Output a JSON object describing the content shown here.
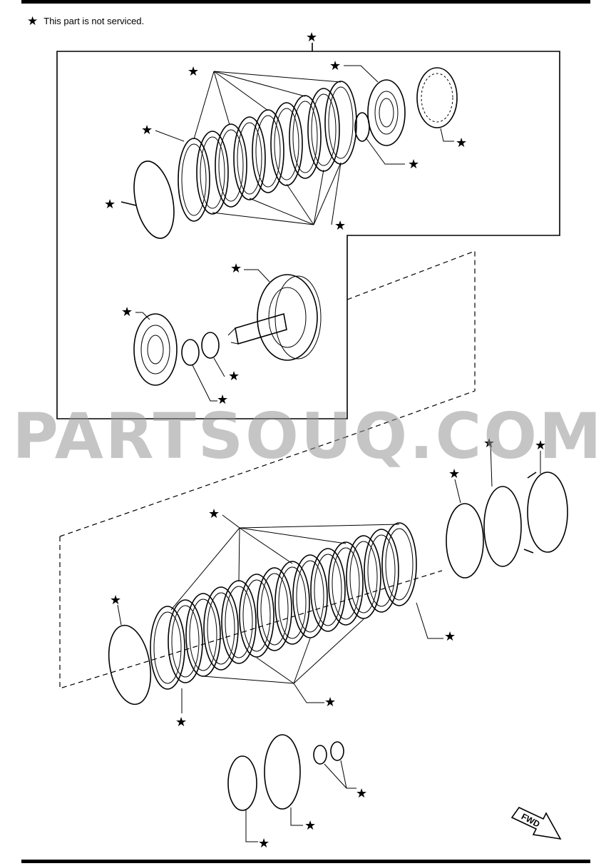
{
  "legend": {
    "symbol": "★",
    "text": "This part is not serviced."
  },
  "watermark": "PARTSOUQ.COM",
  "callout_symbol": "★",
  "direction_label": "FWD"
}
